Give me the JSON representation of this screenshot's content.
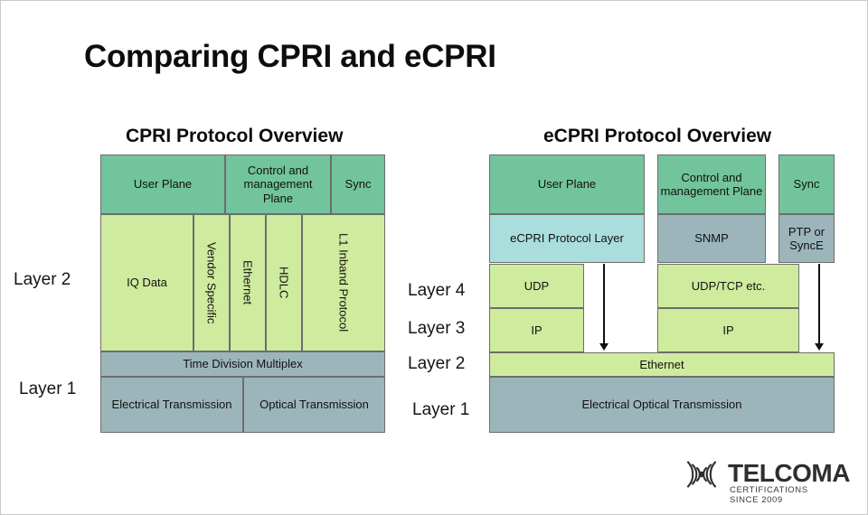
{
  "title": "Comparing CPRI and eCPRI",
  "colors": {
    "background": "#ffffff",
    "header_green": "#72c49d",
    "lime_green": "#cfeb9e",
    "cyan": "#a9dedc",
    "slate_blue": "#9cb5bb",
    "border": "#6d6d6d",
    "text": "#111111"
  },
  "cpri": {
    "heading": "CPRI Protocol Overview",
    "layer_labels": [
      {
        "label": "Layer 2"
      },
      {
        "label": "Layer 1"
      }
    ],
    "planes": [
      {
        "label": "User Plane"
      },
      {
        "label": "Control and management Plane"
      },
      {
        "label": "Sync"
      }
    ],
    "layer2_columns": [
      {
        "label": "IQ Data",
        "orientation": "horizontal"
      },
      {
        "label": "Vendor Specific",
        "orientation": "vertical"
      },
      {
        "label": "Ethernet",
        "orientation": "vertical"
      },
      {
        "label": "HDLC",
        "orientation": "vertical"
      },
      {
        "label": "L1 Inband Protocol",
        "orientation": "vertical"
      }
    ],
    "tdm_row": {
      "label": "Time Division Multiplex"
    },
    "layer1_row": [
      {
        "label": "Electrical Transmission"
      },
      {
        "label": "Optical Transmission"
      }
    ]
  },
  "ecpri": {
    "heading": "eCPRI Protocol Overview",
    "layer_labels": [
      {
        "label": "Layer 4"
      },
      {
        "label": "Layer 3"
      },
      {
        "label": "Layer 2"
      },
      {
        "label": "Layer 1"
      }
    ],
    "planes": [
      {
        "label": "User Plane"
      },
      {
        "label": "Control and management Plane"
      },
      {
        "label": "Sync"
      }
    ],
    "protocol_row": [
      {
        "label": "eCPRI Protocol Layer"
      },
      {
        "label": "SNMP"
      },
      {
        "label": "PTP or SyncE"
      }
    ],
    "layer4_row": [
      {
        "label": "UDP"
      },
      {
        "label": "UDP/TCP etc."
      }
    ],
    "layer3_row": [
      {
        "label": "IP"
      },
      {
        "label": "IP"
      }
    ],
    "layer2_row": {
      "label": "Ethernet"
    },
    "layer1_row": {
      "label": "Electrical Optical Transmission"
    },
    "bypass_arrows": 2
  },
  "logo": {
    "word": "TELCOMA",
    "tagline": "CERTIFICATIONS SINCE 2009",
    "icon": "signal-wave-icon"
  }
}
